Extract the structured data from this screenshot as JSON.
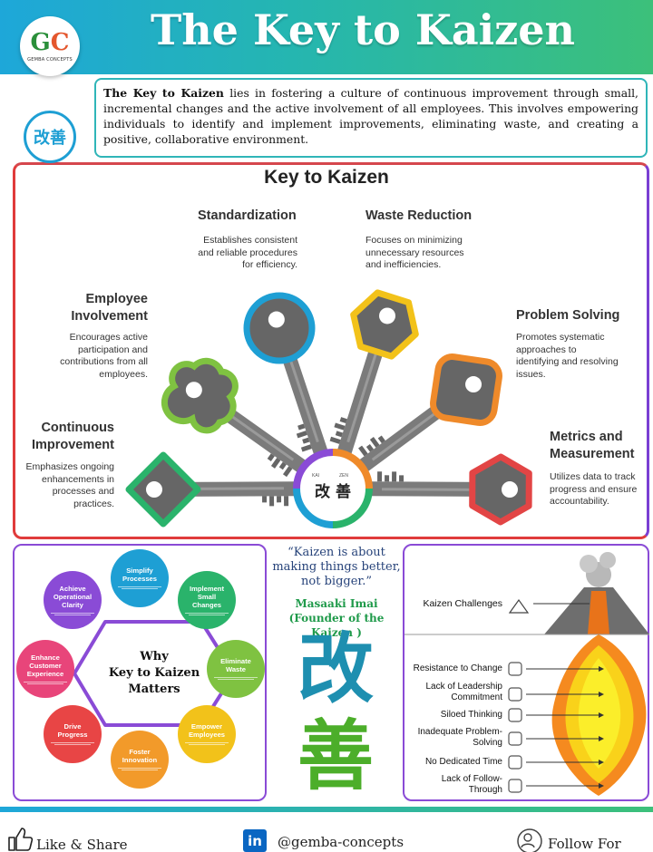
{
  "header": {
    "title": "The Key to Kaizen",
    "logo_mark": "G",
    "logo_mark_accent": "C",
    "logo_text": "GEMBA CONCEPTS"
  },
  "intro": {
    "badge_kanji": "改善",
    "lead": "The Key to Kaizen",
    "text": " lies in fostering a culture of continuous improvement through small, incremental changes and the active involvement of all employees. This involves empowering individuals to identify and implement improvements, eliminating waste, and creating a positive, collaborative environment."
  },
  "keys": {
    "title": "Key to Kaizen",
    "center_kanji": "改 善",
    "center_top_left": "KAI",
    "center_top_right": "ZEN",
    "items": [
      {
        "heading": "Standardization",
        "desc": [
          "Establishes consistent",
          "and reliable procedures",
          "for efficiency."
        ],
        "color": "#1e9fd4"
      },
      {
        "heading": "Waste Reduction",
        "desc": [
          "Focuses on minimizing",
          "unnecessary resources",
          "and inefficiencies."
        ],
        "color": "#f2c21a"
      },
      {
        "heading": "Employee",
        "heading2": "Involvement",
        "desc": [
          "Encourages active",
          "participation and",
          "contributions from all",
          "employees."
        ],
        "color": "#7fc241"
      },
      {
        "heading": "Problem Solving",
        "desc": [
          "Promotes systematic",
          "approaches to",
          "identifying and resolving",
          "issues."
        ],
        "color": "#ef8a2a"
      },
      {
        "heading": "Continuous",
        "heading2": "Improvement",
        "desc": [
          "Emphasizes ongoing",
          "enhancements in",
          "processes and",
          "practices."
        ],
        "color": "#2ab36b"
      },
      {
        "heading": "Metrics and",
        "heading2": "Measurement",
        "desc": [
          "Utilizes data to track",
          "progress and ensure",
          "accountability."
        ],
        "color": "#e24545"
      }
    ]
  },
  "why": {
    "title_lines": [
      "Why",
      "Key to Kaizen",
      "Matters"
    ],
    "items": [
      {
        "title": [
          "Simplify",
          "Processes"
        ],
        "color": "#1e9fd4"
      },
      {
        "title": [
          "Implement",
          "Small",
          "Changes"
        ],
        "color": "#2ab36b"
      },
      {
        "title": [
          "Eliminate",
          "Waste"
        ],
        "color": "#7fc241"
      },
      {
        "title": [
          "Empower",
          "Employees"
        ],
        "color": "#f2c21a"
      },
      {
        "title": [
          "Foster",
          "Innovation"
        ],
        "color": "#f29a2a"
      },
      {
        "title": [
          "Drive",
          "Progress"
        ],
        "color": "#e84545"
      },
      {
        "title": [
          "Enhance",
          "Customer",
          "Experience"
        ],
        "color": "#e8457a"
      },
      {
        "title": [
          "Achieve",
          "Operational",
          "Clarity"
        ],
        "color": "#8a4bd6"
      }
    ]
  },
  "quote": {
    "lines": [
      "“Kaizen is about",
      "making things better,",
      "not bigger.”"
    ],
    "author": "Masaaki Imai",
    "role": "(Founder of the Kaizen )",
    "kanji_top": "改",
    "kanji_bottom": "善",
    "kanji_top_color": "#1e8fb0",
    "kanji_bottom_color": "#4cae2a"
  },
  "challenges": {
    "title": "Kaizen Challenges",
    "items": [
      {
        "lines": [
          "Resistance to Change"
        ]
      },
      {
        "lines": [
          "Lack of Leadership",
          "Commitment"
        ]
      },
      {
        "lines": [
          "Siloed Thinking"
        ]
      },
      {
        "lines": [
          "Inadequate Problem-",
          "Solving"
        ]
      },
      {
        "lines": [
          "No Dedicated Time"
        ]
      },
      {
        "lines": [
          "Lack of Follow-",
          "Through"
        ]
      }
    ]
  },
  "footer": {
    "like": "Like & Share",
    "linkedin": "in",
    "handle": "@gemba-concepts",
    "follow": "Follow For More"
  }
}
